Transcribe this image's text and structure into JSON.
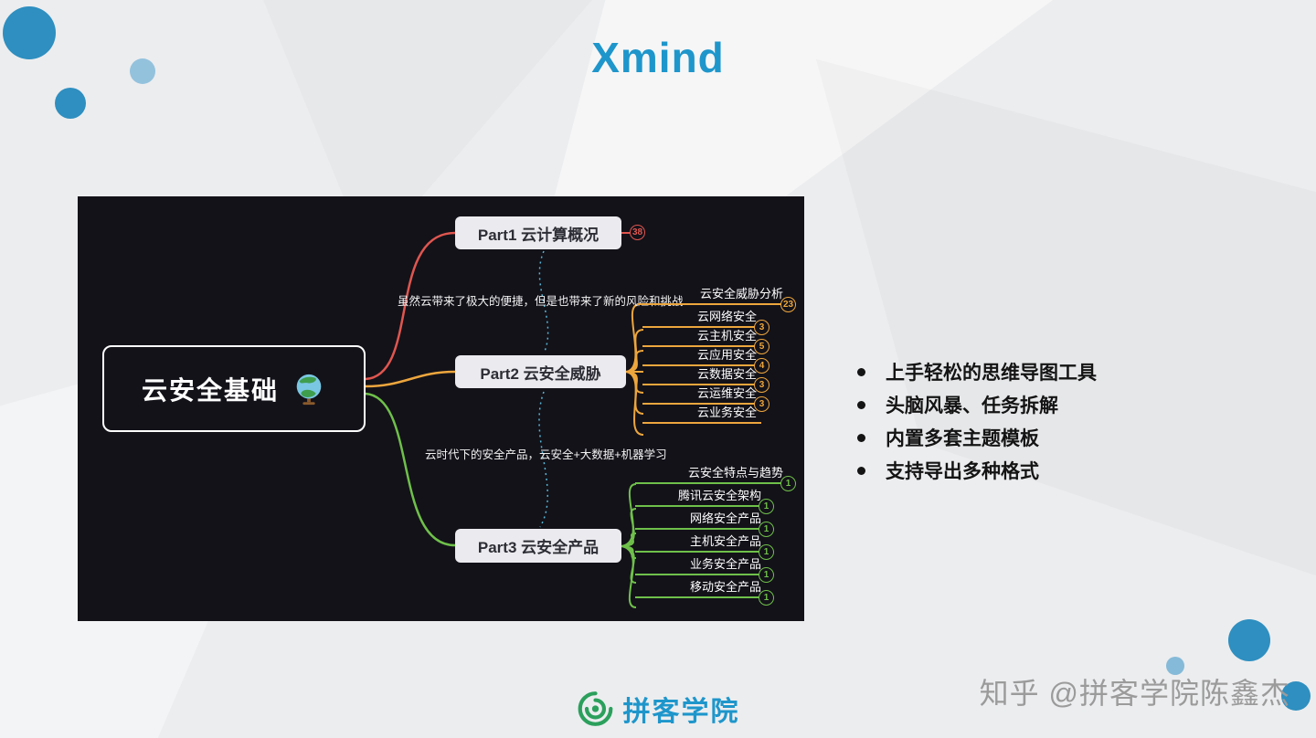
{
  "slide": {
    "title": "Xmind",
    "watermark": "知乎 @拼客学院陈鑫杰",
    "logo_text": "拼客学院"
  },
  "features": [
    "上手轻松的思维导图工具",
    "头脑风暴、任务拆解",
    "内置多套主题模板",
    "支持导出多种格式"
  ],
  "mindmap": {
    "root": {
      "label": "云安全基础",
      "icon": "globe-icon"
    },
    "branches": [
      {
        "label": "Part1 云计算概况",
        "badge": "38",
        "color": "#e0564f"
      },
      {
        "label": "Part2 云安全威胁",
        "color": "#eda63d",
        "note": "虽然云带来了极大的便捷，但是也带来了新的风险和挑战",
        "children": [
          {
            "label": "云安全威胁分析",
            "badge": "23"
          },
          {
            "label": "云网络安全",
            "badge": "3"
          },
          {
            "label": "云主机安全",
            "badge": "5"
          },
          {
            "label": "云应用安全",
            "badge": "4"
          },
          {
            "label": "云数据安全",
            "badge": "3"
          },
          {
            "label": "云运维安全",
            "badge": "3"
          },
          {
            "label": "云业务安全"
          }
        ]
      },
      {
        "label": "Part3 云安全产品",
        "color": "#6fc04a",
        "note": "云时代下的安全产品，云安全+大数据+机器学习",
        "children": [
          {
            "label": "云安全特点与趋势",
            "badge": "1"
          },
          {
            "label": "腾讯云安全架构",
            "badge": "1"
          },
          {
            "label": "网络安全产品",
            "badge": "1"
          },
          {
            "label": "主机安全产品",
            "badge": "1"
          },
          {
            "label": "业务安全产品",
            "badge": "1"
          },
          {
            "label": "移动安全产品",
            "badge": "1"
          }
        ]
      }
    ]
  },
  "colors": {
    "accent_blue": "#1e96cb",
    "branch_red": "#e0564f",
    "branch_orange": "#eda63d",
    "branch_green": "#6fc04a",
    "dashed_link": "#57b7d7",
    "logo_green": "#2ba05c",
    "panel_bg": "#131219"
  }
}
